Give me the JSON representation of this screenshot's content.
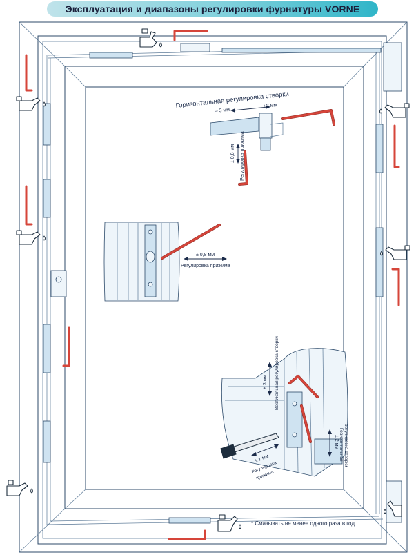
{
  "title": "Эксплуатация и диапазоны регулировки фурнитуры VORNE",
  "colors": {
    "banner_start": "#bfe3ea",
    "banner_end": "#2fb5c8",
    "frame_stroke": "#2c4a6a",
    "hex_key": "#d6453a",
    "hardware_fill": "#cfe3f1"
  },
  "icons": {
    "hex_key": "hex-key-icon",
    "oiler": "oil-can-icon"
  },
  "detail_horizontal": {
    "title": "Горизонтальная регулировка створки",
    "minus": "– 3 мм",
    "plus": "+3 мм",
    "vertical_range": "± 0,8 мм",
    "vertical_label": "Регулировка прижима"
  },
  "detail_pressure": {
    "range": "± 0,8 мм",
    "label": "Регулировка прижима"
  },
  "detail_corner": {
    "vertical_range": "± 3 мм",
    "vertical_label": "Вертикальная регулировка створки",
    "pressure_range": "± 1 мм",
    "pressure_label_1": "Регулировка",
    "pressure_label_2": "прижима",
    "horizontal_range": "± 2 мм",
    "horizontal_label_1": "Горизонтальная",
    "horizontal_label_2": "регулировка створки"
  },
  "footnote": "* Смазывать не менее одного раза в год"
}
